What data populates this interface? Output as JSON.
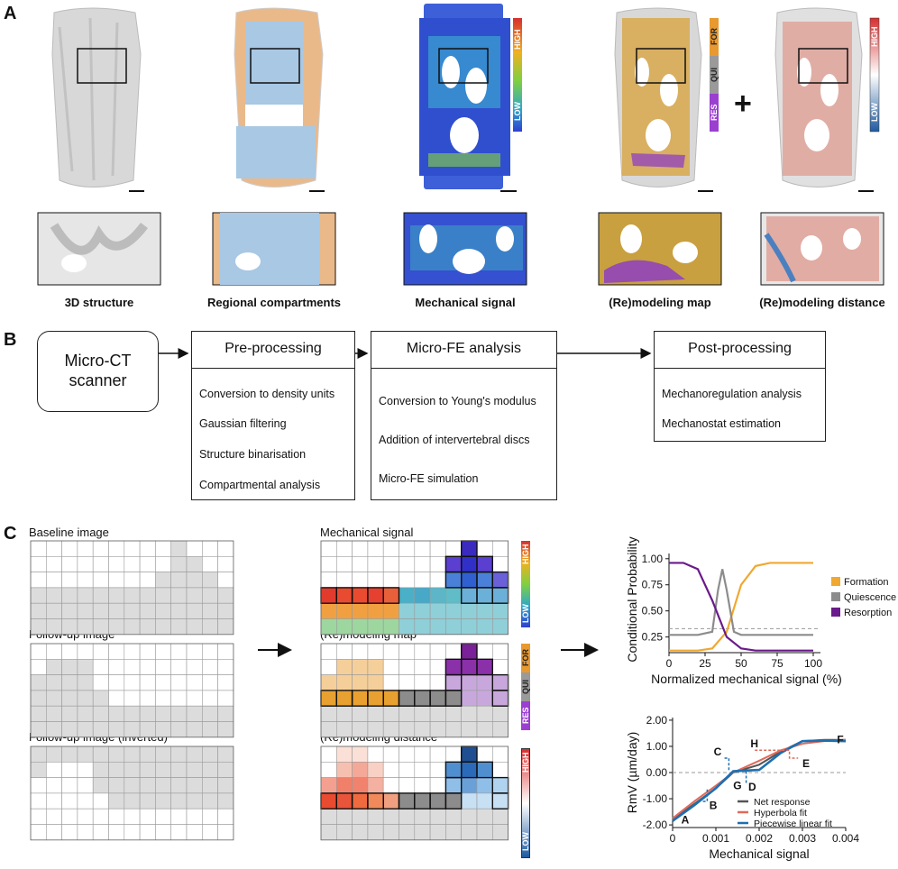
{
  "panels": [
    "A",
    "B",
    "C"
  ],
  "panel_a": {
    "captions": [
      "3D structure",
      "Regional compartments",
      "Mechanical signal",
      "(Re)modeling map",
      "(Re)modeling distance"
    ],
    "signal_bar": {
      "high": "HIGH",
      "low": "LOW"
    },
    "map_bar": {
      "for": "FOR",
      "qui": "QUI",
      "res": "RES"
    },
    "distance_bar": {
      "high": "HIGH",
      "low": "LOW"
    },
    "plus": "+"
  },
  "panel_b": {
    "scanner": "Micro-CT scanner",
    "pre": {
      "title": "Pre-processing",
      "items": [
        "Conversion to density units",
        "Gaussian filtering",
        "Structure binarisation",
        "Compartmental analysis"
      ]
    },
    "fe": {
      "title": "Micro-FE analysis",
      "items": [
        "Conversion to Young's modulus",
        "Addition of intervertebral discs",
        "Micro-FE simulation"
      ]
    },
    "post": {
      "title": "Post-processing",
      "items": [
        "Mechanoregulation analysis",
        "Mechanostat estimation"
      ]
    }
  },
  "panel_c": {
    "left_titles": [
      "Baseline image",
      "Follow-up image",
      "Follow-up image (inverted)"
    ],
    "mid_titles": [
      "Mechanical signal",
      "(Re)modeling map",
      "(Re)modeling distance"
    ],
    "signal_bar": {
      "high": "HIGH",
      "low": "LOW"
    },
    "map_bar": {
      "for": "FOR",
      "qui": "QUI",
      "res": "RES"
    },
    "distance_bar": {
      "high": "HIGH",
      "low": "LOW"
    }
  },
  "chart_data": [
    {
      "type": "line",
      "ylabel": "Conditional Probability",
      "xlabel": "Normalized mechanical signal (%)",
      "xlim": [
        0,
        105
      ],
      "ylim": [
        0.1,
        1.05
      ],
      "xticks": [
        "0",
        "25",
        "50",
        "75",
        "100"
      ],
      "yticks": [
        "1.00",
        "0.75",
        "0.50",
        "0.25"
      ],
      "legend_position": "right",
      "series": [
        {
          "name": "Formation",
          "color": "#f0a830",
          "x": [
            0,
            10,
            20,
            30,
            40,
            50,
            60,
            70,
            80,
            90,
            100
          ],
          "y": [
            0.12,
            0.12,
            0.12,
            0.14,
            0.3,
            0.75,
            0.93,
            0.96,
            0.96,
            0.96,
            0.96
          ]
        },
        {
          "name": "Quiescence",
          "color": "#8c8c8c",
          "x": [
            0,
            10,
            20,
            30,
            34,
            37,
            40,
            45,
            50,
            60,
            80,
            100
          ],
          "y": [
            0.27,
            0.27,
            0.27,
            0.3,
            0.7,
            0.9,
            0.7,
            0.3,
            0.27,
            0.27,
            0.27,
            0.27
          ]
        },
        {
          "name": "Resorption",
          "color": "#6a1a8a",
          "x": [
            0,
            10,
            20,
            30,
            40,
            50,
            60,
            70,
            80,
            100
          ],
          "y": [
            0.96,
            0.96,
            0.9,
            0.6,
            0.25,
            0.14,
            0.12,
            0.12,
            0.12,
            0.12
          ]
        }
      ],
      "reference_line": 0.33
    },
    {
      "type": "line",
      "ylabel": "RmV (µm/day)",
      "xlabel": "Mechanical signal",
      "xlim": [
        0,
        0.004
      ],
      "ylim": [
        -2.1,
        2.1
      ],
      "xticks": [
        "0",
        "0.001",
        "0.002",
        "0.003",
        "0.004"
      ],
      "yticks": [
        "2.00",
        "1.00",
        "0.00",
        "-1.00",
        "-2.00"
      ],
      "legend_position": "bottom-right",
      "series": [
        {
          "name": "Net response",
          "color": "#555555",
          "x": [
            0,
            0.0005,
            0.001,
            0.0014,
            0.002,
            0.0025,
            0.003,
            0.0035,
            0.004
          ],
          "y": [
            -1.8,
            -1.2,
            -0.6,
            0.0,
            0.3,
            0.8,
            1.2,
            1.25,
            1.25
          ]
        },
        {
          "name": "Hyperbola fit",
          "color": "#e06a5a",
          "x": [
            0,
            0.0005,
            0.001,
            0.0014,
            0.002,
            0.0025,
            0.003,
            0.0035,
            0.004
          ],
          "y": [
            -1.75,
            -1.1,
            -0.5,
            0.0,
            0.45,
            0.85,
            1.1,
            1.2,
            1.25
          ]
        },
        {
          "name": "Piecewise linear fit",
          "color": "#1f6fb0",
          "x": [
            0,
            0.0005,
            0.001,
            0.0014,
            0.002,
            0.0025,
            0.003,
            0.0035,
            0.004
          ],
          "y": [
            -1.85,
            -1.25,
            -0.6,
            0.05,
            0.1,
            0.75,
            1.2,
            1.22,
            1.2
          ]
        }
      ],
      "point_labels": [
        "A",
        "B",
        "C",
        "D",
        "E",
        "F",
        "G",
        "H"
      ],
      "reference_line": 0.0
    }
  ]
}
